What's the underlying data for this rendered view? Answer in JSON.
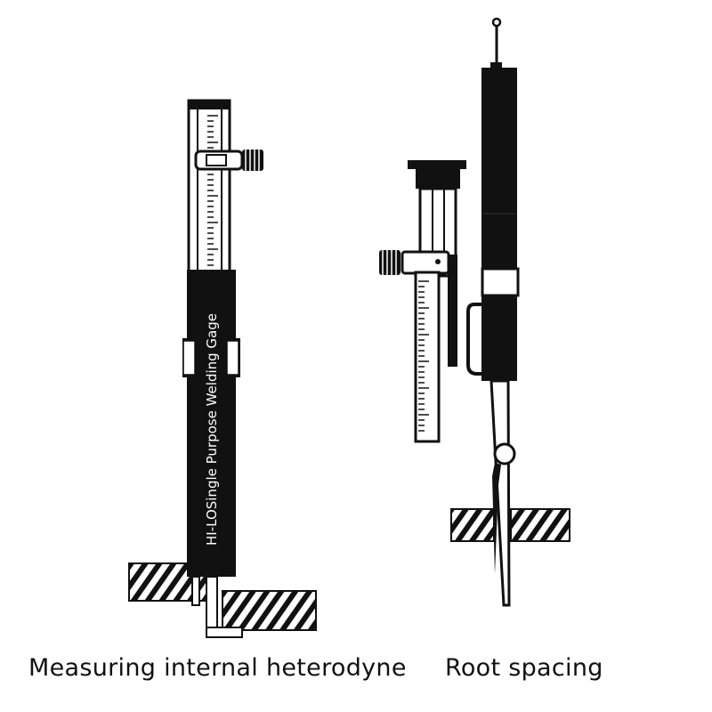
{
  "figure": {
    "gauge_label": "HI-LOSingle Purpose Welding Gage",
    "captions": {
      "left": "Measuring internal heterodyne",
      "right": "Root spacing"
    }
  },
  "colors": {
    "ink": "#111111",
    "paper": "#ffffff"
  }
}
